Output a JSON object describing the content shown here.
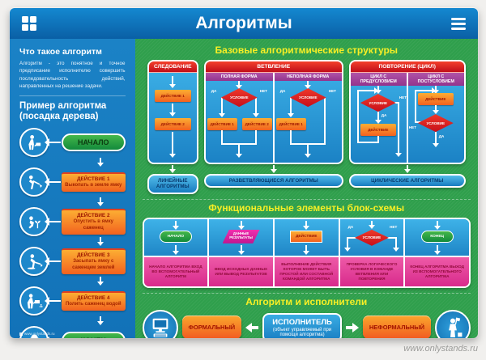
{
  "page": {
    "watermark": "www.onlystands.ru"
  },
  "header": {
    "title": "Алгоритмы"
  },
  "sidebar": {
    "what_heading": "Что такое алгоритм",
    "what_text": "Алгоритм - это понятное и точное предписание исполнителю совершить последовательность действий, направленных на решение задачи.",
    "example_heading": "Пример алгоритма (посадка дерева)",
    "watermark": "www.onlystands.ru",
    "steps": [
      {
        "label": "НАЧАЛО",
        "icon": "gardener-icon"
      },
      {
        "title": "ДЕЙСТВИЕ 1",
        "text": "Выкопать в земле ямку",
        "icon": "digging-icon"
      },
      {
        "title": "ДЕЙСТВИЕ 2",
        "text": "Опустить в ямку саженец",
        "icon": "planting-icon"
      },
      {
        "title": "ДЕЙСТВИЕ 3",
        "text": "Засыпать ямку с саженцем землей",
        "icon": "filling-icon"
      },
      {
        "title": "ДЕЙСТВИЕ 4",
        "text": "Полить саженец водой",
        "icon": "watering-icon"
      },
      {
        "label": "КОНЕЦ",
        "icon": "tree-icon"
      }
    ]
  },
  "structures": {
    "title": "Базовые алгоритмические структуры",
    "yes": "ДА",
    "no": "НЕТ",
    "sledovanie": {
      "header": "СЛЕДОВАНИЕ",
      "action1": "ДЕЙСТВИЕ 1",
      "action2": "ДЕЙСТВИЕ 2",
      "result": "ЛИНЕЙНЫЕ АЛГОРИТМЫ"
    },
    "vetvlenie": {
      "header": "ВЕТВЛЕНИЕ",
      "full": "ПОЛНАЯ ФОРМА",
      "partial": "НЕПОЛНАЯ ФОРМА",
      "condition": "УСЛОВИЕ",
      "action1": "ДЕЙСТВИЕ 1",
      "action2": "ДЕЙСТВИЕ 2",
      "result": "РАЗВЕТВЛЯЮЩИЕСЯ АЛГОРИТМЫ"
    },
    "povtorenie": {
      "header": "ПОВТОРЕНИЕ (ЦИКЛ)",
      "pre": "ЦИКЛ С ПРЕДУСЛОВИЕМ",
      "post": "ЦИКЛ С ПОСТУСЛОВИЕМ",
      "condition": "УСЛОВИЕ",
      "action": "ДЕЙСТВИЕ",
      "result": "ЦИКЛИЧЕСКИЕ АЛГОРИТМЫ"
    }
  },
  "elements": {
    "title": "Функциональные элементы блок-схемы",
    "yes": "ДА",
    "no": "НЕТ",
    "items": [
      {
        "shape": "terminal",
        "label": "НАЧАЛО",
        "desc": "НАЧАЛО АЛГОРИТМА ВХОД ВО ВСПОМОГАТЕЛЬНЫЙ АЛГОРИТМ"
      },
      {
        "shape": "parallelogram",
        "label": "ДАННЫЕ РЕЗУЛЬТАТЫ",
        "desc": "ВВОД ИСХОДНЫХ ДАННЫХ ИЛИ ВЫВОД РЕЗУЛЬТАТОВ"
      },
      {
        "shape": "rectangle",
        "label": "ДЕЙСТВИЕ",
        "desc": "ВЫПОЛНЕНИЕ ДЕЙСТВИЯ КОТОРОЕ МОЖЕТ БЫТЬ ПРОСТОЙ ИЛИ СОСТАВНОЙ КОМАНДОЙ АЛГОРИТМА"
      },
      {
        "shape": "diamond",
        "label": "УСЛОВИЕ",
        "desc": "ПРОВЕРКА ЛОГИЧЕСКОГО УСЛОВИЯ В КОМАНДЕ ВЕТВЛЕНИЯ ИЛИ ПОВТОРЕНИЯ"
      },
      {
        "shape": "terminal",
        "label": "КОНЕЦ",
        "desc": "КОНЕЦ АЛГОРИТМА ВЫХОД ИЗ ВСПОМОГАТЕЛЬНОГО АЛГОРИТМА"
      }
    ]
  },
  "executors": {
    "title": "Алгоритм и исполнители",
    "formal": "ФОРМАЛЬНЫЙ",
    "informal": "НЕФОРМАЛЬНЫЙ",
    "executor": "ИСПОЛНИТЕЛЬ",
    "executor_sub": "(объект управляемый при помощи алгоритма)"
  },
  "colors": {
    "header_blue": "#0d6ab1",
    "sidebar_blue": "#1678bd",
    "main_green": "#2f9f4c",
    "panel_blue": "#2196d6",
    "accent_red": "#d81a1a",
    "accent_magenta": "#9c3d92",
    "accent_orange": "#f2611f",
    "accent_pink": "#e8489b",
    "accent_yellow": "#f8ef25",
    "node_green": "#2aa24a"
  }
}
